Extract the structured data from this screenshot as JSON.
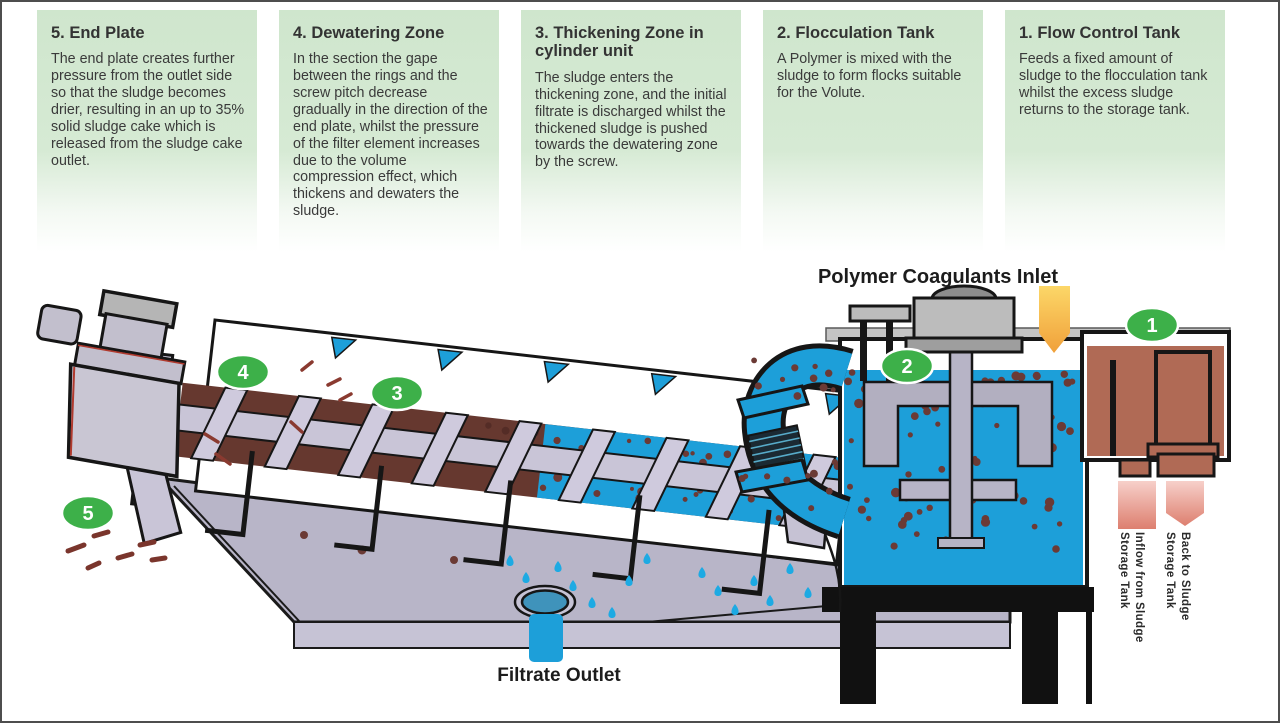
{
  "colors": {
    "card_green": "#cfe6cd",
    "badge_green": "#3db049",
    "water_blue": "#1d9fd9",
    "sludge_brown": "#66382f",
    "floc_brown": "#6b3a35",
    "polymer_orange": "#f4ab3e",
    "pink_salmon": "#df8273",
    "lavender_gray": "#c6c2d4",
    "tank_sludge": "#b06a55",
    "outline_ink": "#1a1a1a"
  },
  "cards": [
    {
      "title": "5. End Plate",
      "body": "The end plate creates further pressure from the outlet side so that the sludge becomes drier, resulting in an up to 35% solid sludge cake which is released from the sludge cake outlet."
    },
    {
      "title": "4. Dewatering Zone",
      "body": "In the section the gape between the rings and the screw pitch decrease gradually in the direction of the end plate, whilst the pressure of the filter element increases due to the volume compression effect, which thickens and dewaters the sludge."
    },
    {
      "title": "3. Thickening Zone in cylinder unit",
      "body": "The sludge enters the thickening zone, and the initial filtrate is discharged whilst the thickened sludge is pushed towards the dewatering zone by the screw."
    },
    {
      "title": "2. Flocculation Tank",
      "body": "A Polymer is mixed with the sludge to form flocks suitable for the Volute."
    },
    {
      "title": "1. Flow Control Tank",
      "body": "Feeds a fixed amount of sludge to the flocculation tank whilst the excess sludge returns to the storage tank."
    }
  ],
  "diagram": {
    "labels": {
      "polymer_inlet": "Polymer Coagulants Inlet",
      "filtrate_outlet": "Filtrate Outlet",
      "inflow": "Inflow from Sludge Storage Tank",
      "back": "Back to Sludge Storage Tank"
    },
    "badges": [
      "1",
      "2",
      "3",
      "4",
      "5"
    ]
  }
}
